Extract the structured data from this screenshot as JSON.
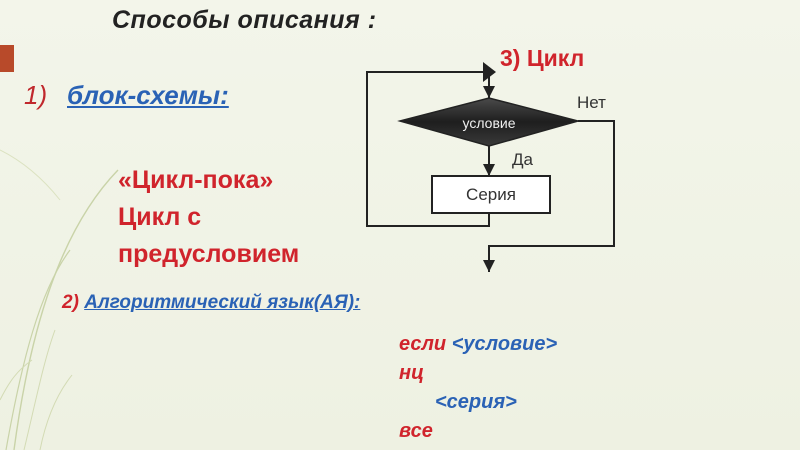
{
  "slide": {
    "title": "Способы описания :",
    "section1": {
      "number": "1)",
      "label": "блок-схемы:"
    },
    "loop_name": "«Цикл-пока»",
    "loop_desc_line1": "Цикл с",
    "loop_desc_line2": "предусловием",
    "cycle_heading": {
      "number": "3)",
      "label": "Цикл"
    },
    "section2": {
      "number": "2)",
      "label": "Алгоритмический язык(АЯ):"
    },
    "code": {
      "line1_kw": "если",
      "line1_arg": "<условие>",
      "line2_kw": "нц",
      "line3_arg": "<серия>",
      "line4_kw": "все"
    }
  },
  "flowchart": {
    "condition": "условие",
    "no_label": "Нет",
    "yes_label": "Да",
    "series": "Серия"
  },
  "colors": {
    "accent": "#b84a2a",
    "red_text": "#d0242c",
    "blue_text": "#2a62b5",
    "diamond_fill": "#2d2d2d",
    "background": "#f1f3e6"
  }
}
